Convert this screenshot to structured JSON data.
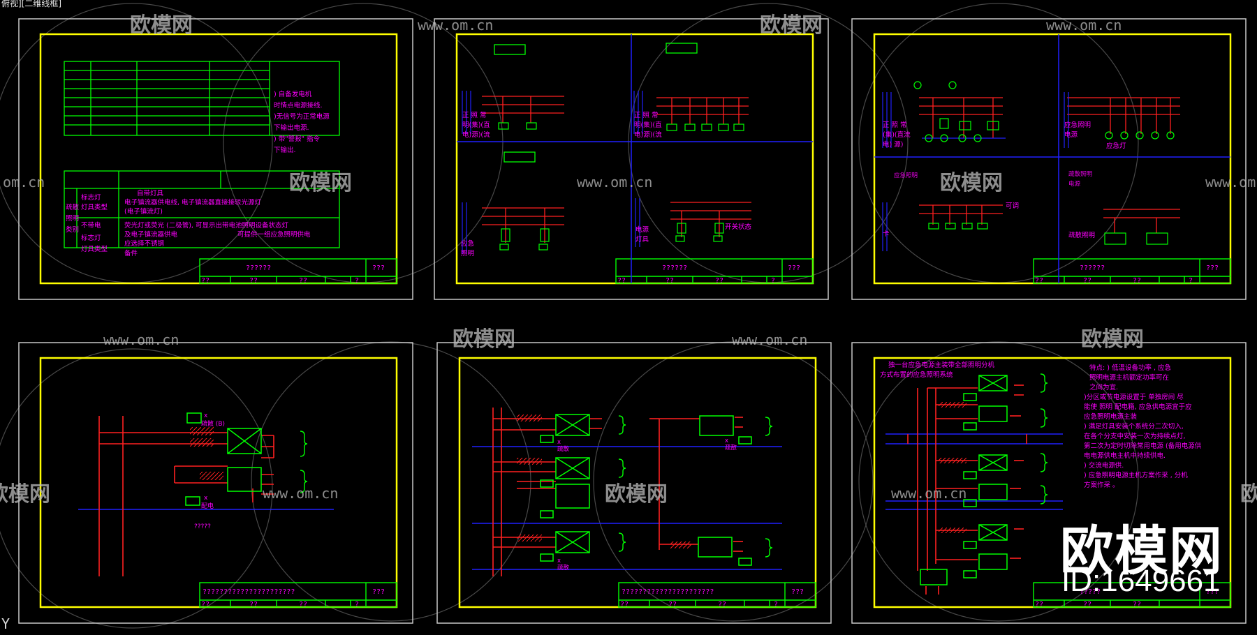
{
  "viewport": {
    "label": "俯视][二维线框]",
    "axis_glyph": "Y"
  },
  "colors": {
    "background": "#000000",
    "frame_outer": "#c8c8c8",
    "frame_inner": "#ffff00",
    "green": "#00ff00",
    "red": "#ff2020",
    "magenta": "#ff00ff",
    "blue": "#2020ff",
    "watermark": "#bdbdbd"
  },
  "watermark": {
    "brand": "欧模网",
    "url": "www.om.cn",
    "url_partial_left": "om.cn",
    "brand_partial_left": "欧模网",
    "big_brand": "欧模网",
    "id_text": "ID:1649661"
  },
  "sheets": [
    {
      "title_block_name": "??????",
      "title_block_code": "???",
      "title_block_cells": [
        "??",
        "??",
        "??",
        "?"
      ],
      "legend_notes": [
        ")    自备发电机",
        "时情点电源接线.",
        ")无信号为正常电源",
        "下输出电源.",
        ")    带\"警报\" 指令",
        "下输出."
      ],
      "legend_rows": [
        {
          "col1": "疏散",
          "col2": "",
          "col3": "自带灯具"
        },
        {
          "col1": "照明",
          "col2": "标志灯",
          "col3": "电子镇流器供电线, 电子镇流器直接接驳光源灯"
        },
        {
          "col1": "类别",
          "col2": "灯具类型",
          "col3": "(电子镇流灯)"
        },
        {
          "col1": "",
          "col2": "不带电",
          "col3": "荧光灯或荧光    (二极管),   可显示出带电池照明设备状态灯"
        },
        {
          "col1": "",
          "col2": "标志灯",
          "col3": "及电子镇流器供电",
          "col4": "可提供一组应急照明供电"
        },
        {
          "col1": "",
          "col2": "灯具类型",
          "col3": "应选择不锈钢",
          "col4": "备件"
        }
      ]
    },
    {
      "title_block_name": "??????",
      "title_block_code": "???",
      "title_block_cells": [
        "??",
        "??",
        "??",
        "?"
      ],
      "labels": [
        "正 照 常",
        "明(集)(直",
        "电)源)(流",
        "应急",
        "照明",
        "电源",
        "灯具",
        "开关状态"
      ]
    },
    {
      "title_block_name": "??????",
      "title_block_code": "???",
      "title_block_cells": [
        "??",
        "??",
        "??",
        "?"
      ],
      "labels": [
        "正 照 常",
        "(集)(直流",
        "电) 源)",
        "应急照明",
        "电源",
        "应急灯",
        "卡",
        "可调",
        "疏散照明"
      ]
    },
    {
      "title_block_name": "??????????????????????",
      "title_block_code": "???",
      "title_block_cells": [
        "??",
        "??",
        "??",
        "?"
      ],
      "caption": "?????",
      "small_labels": [
        "x",
        "疏散 (B)",
        "x",
        "配电"
      ]
    },
    {
      "title_block_name": "??????????????????????",
      "title_block_code": "???",
      "title_block_cells": [
        "??",
        "??",
        "??",
        "?"
      ],
      "small_labels": [
        "x",
        "疏散",
        "x",
        "疏散",
        "x",
        "疏散"
      ]
    },
    {
      "title_block_name": "?????",
      "title_block_code": "???",
      "title_block_cells": [
        "??",
        "??",
        "??"
      ],
      "top_left_text": [
        "独一台应急电源主装带全部照明分机",
        "方式布置的应急照明系统"
      ],
      "notes": [
        "特点:  )    低温设备功率            , 应急",
        "照明电源主机额定功率可在",
        "                    之间为宜.",
        ")分区或节电源设置于    单独房间  尽",
        "能使  照明  配电箱,    应急供电源宜于应",
        "应急照明电源主装",
        ")  满足灯具安装个系统分二次切入,",
        "在各个分支中安装一次为持续点灯,",
        "第二次为定时切除常用电源  (备用电源供",
        "电电源供电主机中持续供电.",
        ")  交流电源供.",
        ")  应急照明电源主机方案作采  ,  分机",
        "方案作采  。"
      ]
    }
  ]
}
